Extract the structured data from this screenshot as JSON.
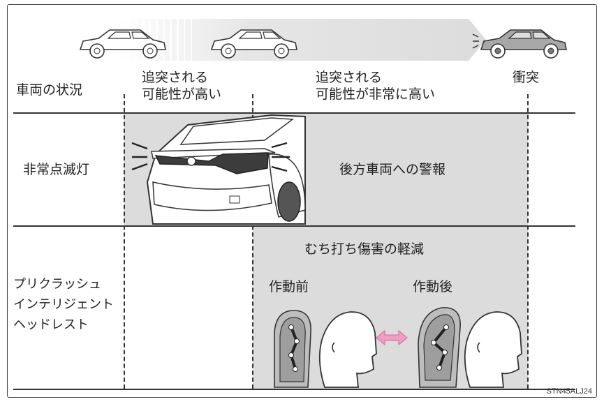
{
  "header": {
    "situation_label": "車両の状況",
    "phase1": "追突される\n可能性が高い",
    "phase2": "追突される\n可能性が非常に高い",
    "phase3": "衝突"
  },
  "rows": {
    "hazard": {
      "label": "非常点滅灯",
      "description": "後方車両への警報"
    },
    "headrest": {
      "label": "プリクラッシュ\nインテリジェント\nヘッドレスト",
      "title": "むち打ち傷害の軽減",
      "before": "作動前",
      "after": "作動後"
    }
  },
  "figure_code": "STN45ALJ24",
  "colors": {
    "shade": "#dcdcdc",
    "arrow": "#f19ec2",
    "line": "#333333"
  }
}
